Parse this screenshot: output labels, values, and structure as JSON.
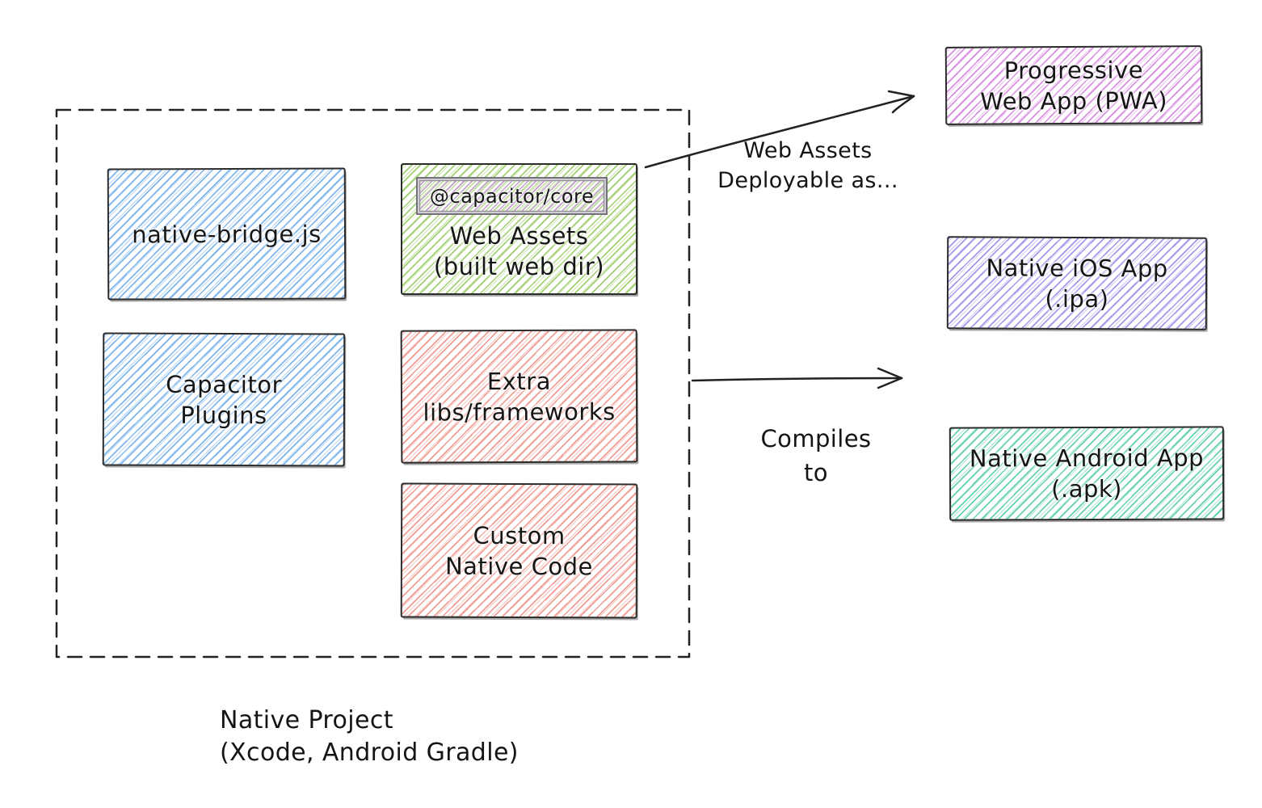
{
  "colors": {
    "ink": "#222222",
    "blue": {
      "main": "#7fb5ed",
      "light": "#bcd9f7"
    },
    "green": {
      "main": "#a2cf72",
      "light": "#cfe5b0"
    },
    "red": {
      "main": "#f19c94",
      "light": "#f8c9c4"
    },
    "magenta": {
      "main": "#d88ee0",
      "light": "#edc6f1"
    },
    "violet": {
      "main": "#a795ec",
      "light": "#d2c9f6"
    },
    "teal": {
      "main": "#66d1b2",
      "light": "#ace8d6"
    },
    "core": {
      "main": "#c49cd2",
      "light": "#b4d68e"
    }
  },
  "project": {
    "caption": {
      "line1": "Native Project",
      "line2": "(Xcode, Android Gradle)"
    },
    "native_bridge": {
      "label": "native-bridge.js"
    },
    "capacitor_plugins": {
      "line1": "Capacitor",
      "line2": "Plugins"
    },
    "web_assets": {
      "badge": "@capacitor/core",
      "line1": "Web Assets",
      "line2": "(built web dir)"
    },
    "extra_libs": {
      "line1": "Extra",
      "line2": "libs/frameworks"
    },
    "custom_native": {
      "line1": "Custom",
      "line2": "Native Code"
    }
  },
  "labels": {
    "deploy": {
      "line1": "Web Assets",
      "line2": "Deployable as..."
    },
    "compile": {
      "line1": "Compiles",
      "line2": "to"
    }
  },
  "outputs": {
    "pwa": {
      "line1": "Progressive",
      "line2": "Web App (PWA)"
    },
    "ios": {
      "line1": "Native iOS App",
      "line2": "(.ipa)"
    },
    "android": {
      "line1": "Native Android App",
      "line2": "(.apk)"
    }
  }
}
